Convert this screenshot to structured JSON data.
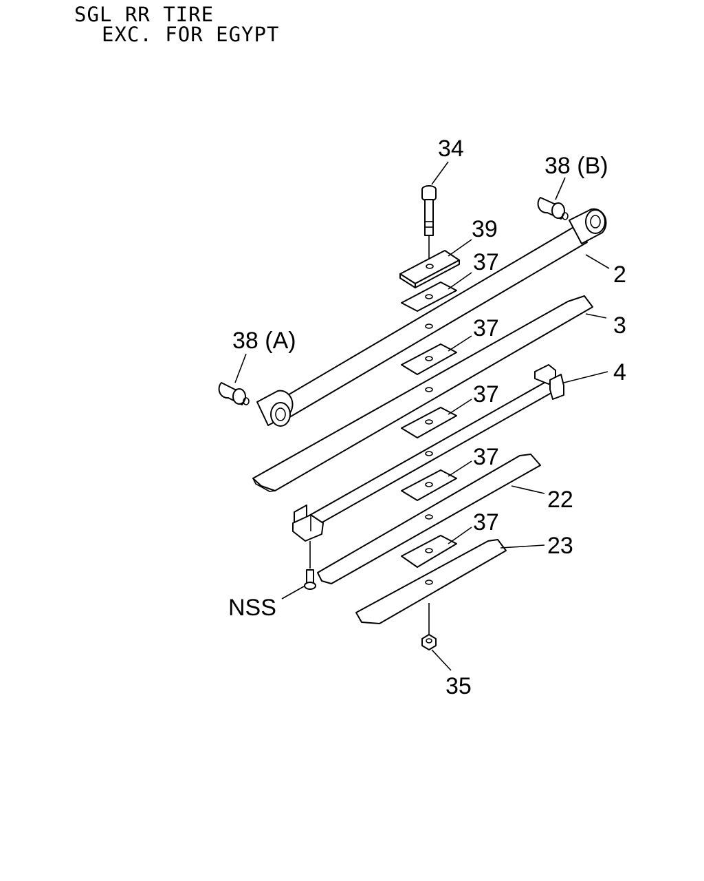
{
  "title": {
    "line1": "SGL RR TIRE",
    "line2": "EXC. FOR EGYPT"
  },
  "callouts": {
    "bolt": "34",
    "bushing_b": "38 (B)",
    "plate": "39",
    "pad_1": "37",
    "pad_2": "37",
    "pad_3": "37",
    "pad_4": "37",
    "pad_5": "37",
    "main_leaf": "2",
    "leaf_3": "3",
    "leaf_4": "4",
    "bushing_a": "38 (A)",
    "leaf_22": "22",
    "leaf_23": "23",
    "screw": "NSS",
    "nut": "35"
  }
}
